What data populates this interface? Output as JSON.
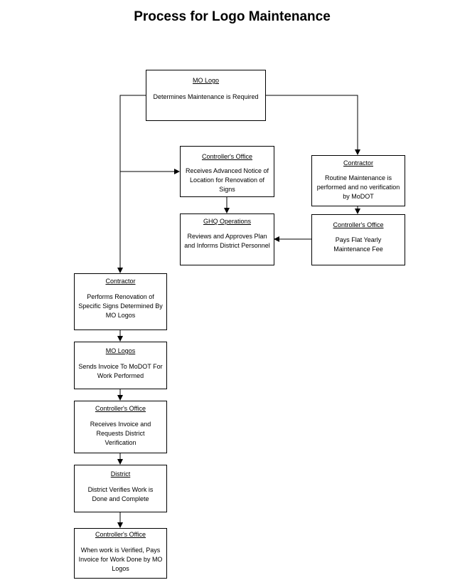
{
  "title": "Process for Logo Maintenance",
  "boxes": {
    "mo_logo": {
      "heading": "MO Logo",
      "text": "Determines Maintenance is Required"
    },
    "controller_notice": {
      "heading": "Controller's Office",
      "text": "Receives Advanced Notice of Location for Renovation of Signs"
    },
    "contractor_routine": {
      "heading": "Contractor",
      "text": "Routine Maintenance is performed and no verification by MoDOT"
    },
    "ghq_operations": {
      "heading": "GHQ Operations",
      "text": "Reviews and Approves Plan and Informs District Personnel"
    },
    "controller_fee": {
      "heading": "Controller's Office",
      "text": "Pays Flat Yearly Maintenance Fee"
    },
    "contractor_renovation": {
      "heading": "Contractor",
      "text": "Performs Renovation of Specific Signs Determined By MO Logos"
    },
    "mo_logos_invoice": {
      "heading": "MO Logos",
      "text": "Sends Invoice To MoDOT For Work Performed"
    },
    "controller_receives_invoice": {
      "heading": "Controller's Office",
      "text": "Receives Invoice and Requests District Verification"
    },
    "district": {
      "heading": "District",
      "text": "District Verifies Work is Done and Complete"
    },
    "controller_pays_invoice": {
      "heading": "Controller's Office",
      "text": "When work is Verified, Pays Invoice for Work Done by MO Logos"
    }
  }
}
